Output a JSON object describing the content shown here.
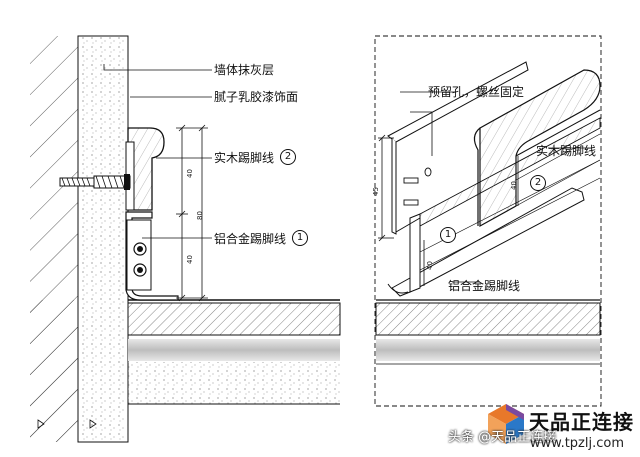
{
  "left_detail": {
    "labels": {
      "wall_plaster": "墙体抹灰层",
      "putty_paint": "腻子乳胶漆饰面",
      "wood_skirting": "实木踢脚线",
      "aluminum_skirting": "铝合金踢脚线"
    },
    "markers": {
      "wood": "2",
      "aluminum": "1"
    },
    "dimensions": {
      "top": "40",
      "total": "80",
      "bottom": "40"
    }
  },
  "right_detail": {
    "labels": {
      "reserved_hole": "预留孔，螺丝固定",
      "wood_skirting": "实木踢脚线",
      "aluminum_skirting": "铝合金踢脚线"
    },
    "markers": {
      "wood": "2",
      "aluminum": "1"
    },
    "dimensions": {
      "total": "45",
      "wood": "40",
      "aluminum": "40"
    }
  },
  "watermark": {
    "brand": "天品正连接",
    "url": "www.tpzlj.com",
    "source": "头条 @天品正连接"
  },
  "colors": {
    "line": "#111111",
    "logo_orange": "#e8782a",
    "logo_blue": "#2a78c8"
  }
}
